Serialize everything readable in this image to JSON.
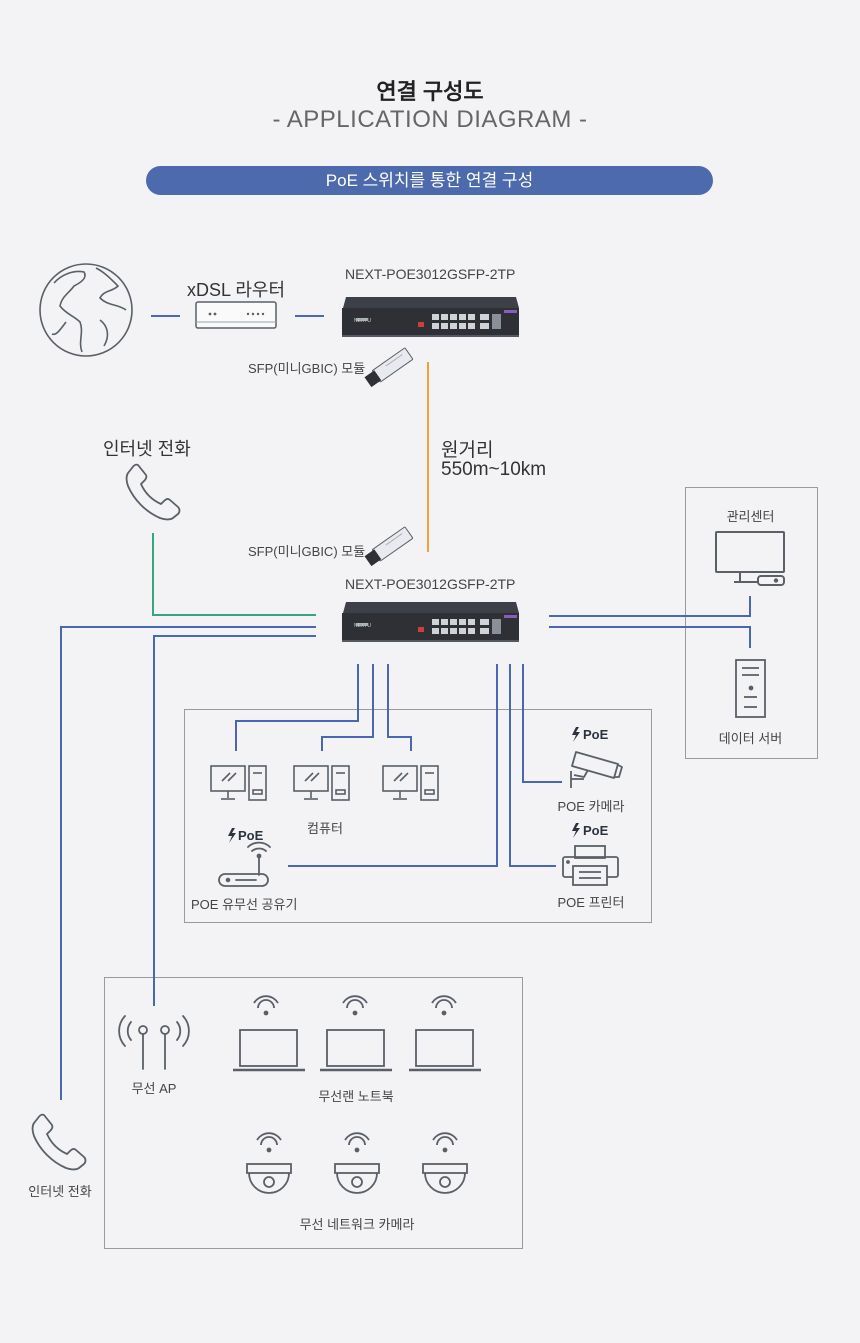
{
  "header": {
    "title": "연결 구성도",
    "subtitle": "- APPLICATION DIAGRAM -",
    "banner": "PoE 스위치를 통한 연결 구성"
  },
  "labels": {
    "router": "xDSL 라우터",
    "switch_top": "NEXT-POE3012GSFP-2TP",
    "switch_bottom": "NEXT-POE3012GSFP-2TP",
    "sfp_top": "SFP(미니GBIC) 모듈",
    "sfp_bottom": "SFP(미니GBIC) 모듈",
    "distance_line1": "원거리",
    "distance_line2": "550m~10km",
    "internet_phone_top": "인터넷 전화",
    "internet_phone_bottom": "인터넷 전화",
    "management_center": "관리센터",
    "data_server": "데이터 서버",
    "computer": "컴퓨터",
    "poe_camera": "POE 카메라",
    "poe_printer": "POE 프린터",
    "poe_router": "POE 유무선 공유기",
    "wireless_ap": "무선 AP",
    "wireless_laptop": "무선랜 노트북",
    "wireless_camera": "무선 네트워크 카메라",
    "poe_badge": "PoE",
    "switch_logo": "NEXTU"
  },
  "colors": {
    "banner": "#4c6aac",
    "line_blue": "#4a68b0",
    "line_green": "#3aa37a",
    "line_orange": "#f0a03a",
    "icon": "#5a5f68"
  }
}
